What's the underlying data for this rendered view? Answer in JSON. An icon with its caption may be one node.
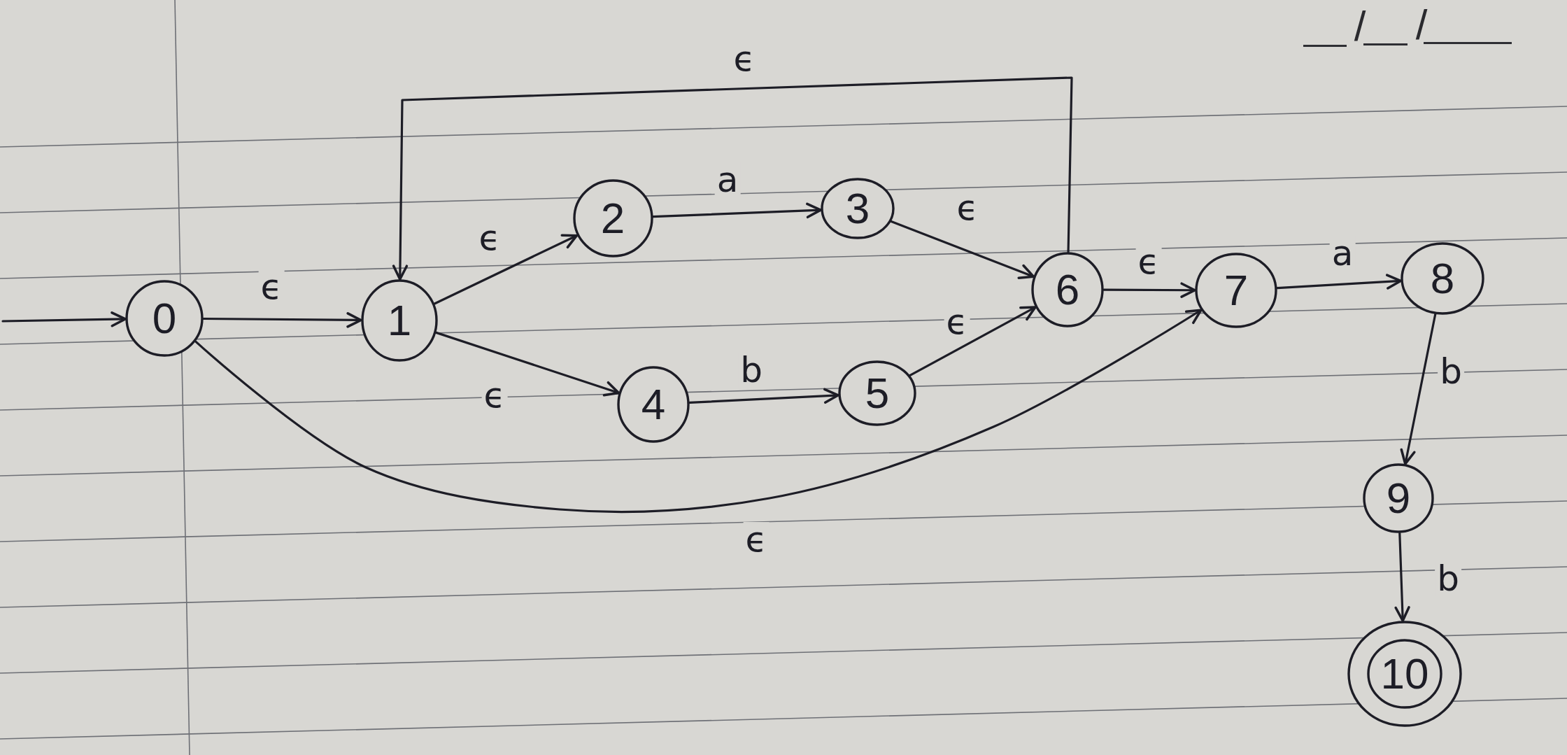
{
  "diagram": {
    "nodes": [
      {
        "text": [
          "0"
        ]
      },
      {
        "text": [
          "1"
        ]
      },
      {
        "text": [
          "2"
        ]
      },
      {
        "text": [
          "3"
        ]
      },
      {
        "text": [
          "4"
        ]
      },
      {
        "text": [
          "5"
        ]
      },
      {
        "text": [
          "6"
        ]
      },
      {
        "text": [
          "7"
        ]
      },
      {
        "text": [
          "8"
        ]
      },
      {
        "text": [
          "9"
        ]
      },
      {
        "text": [],
        "shape": "circle"
      },
      {
        "text": [
          "10"
        ],
        "in": 10
      }
    ],
    "edges": [
      {
        "from": null,
        "to": 0,
        "arrow": "to"
      },
      {
        "from": 0,
        "to": 1,
        "arrow": "to",
        "label": "ϵ"
      },
      {
        "from": 1,
        "to": 2,
        "arrow": "to",
        "label": "ϵ"
      },
      {
        "from": 2,
        "to": 3,
        "arrow": "to",
        "label": "a"
      },
      {
        "from": 3,
        "to": 6,
        "arrow": "to",
        "label": "ϵ"
      },
      {
        "from": 1,
        "to": 4,
        "arrow": "to",
        "label": "ϵ"
      },
      {
        "from": 4,
        "to": 5,
        "arrow": "to",
        "label": "b"
      },
      {
        "from": 5,
        "to": 6,
        "arrow": "to",
        "label": "ϵ"
      },
      {
        "from": 6,
        "to": 1,
        "arrow": "to",
        "label": "ϵ"
      },
      {
        "from": 6,
        "to": 7,
        "arrow": "to",
        "label": "ϵ"
      },
      {
        "from": 0,
        "to": 7,
        "arrow": "to",
        "label": "ϵ"
      },
      {
        "from": 7,
        "to": 8,
        "arrow": "to",
        "label": "a"
      },
      {
        "from": 8,
        "to": 9,
        "arrow": "to",
        "label": "b"
      },
      {
        "from": 9,
        "to": 10,
        "arrow": "to",
        "label": "b"
      }
    ],
    "labels": [
      "/",
      "/"
    ]
  }
}
